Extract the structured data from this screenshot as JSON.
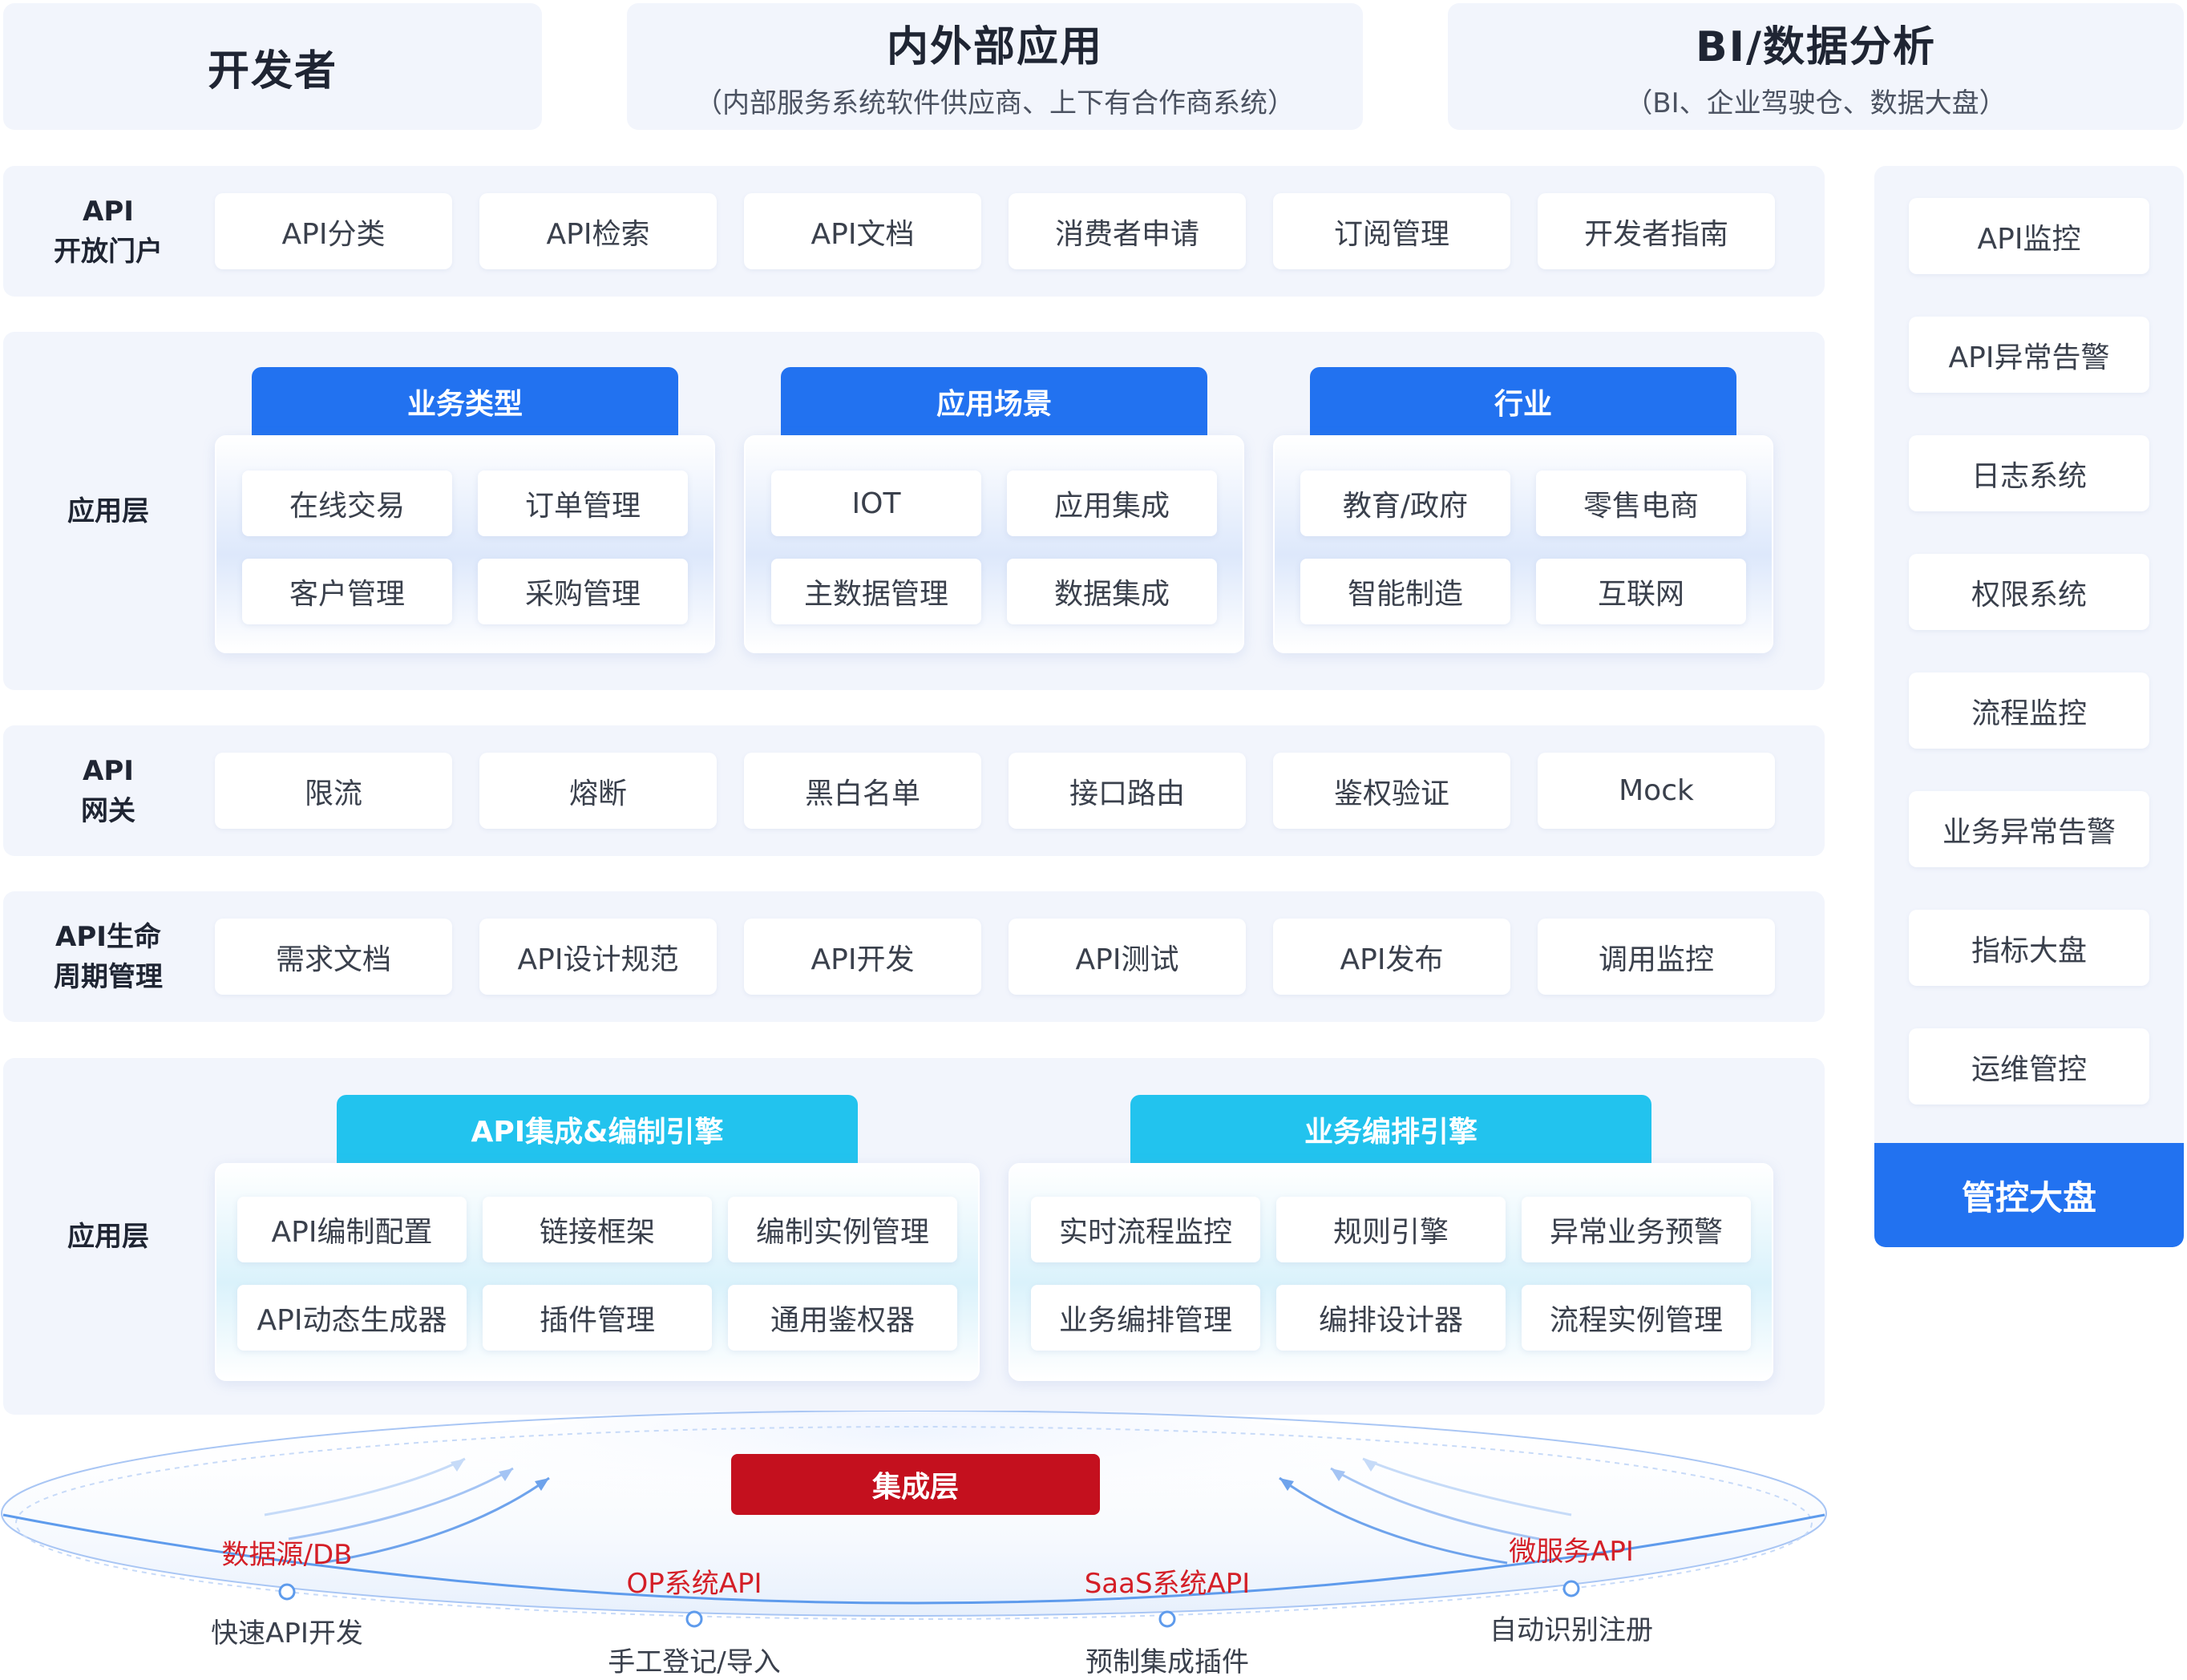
{
  "header": {
    "developer": {
      "title": "开发者"
    },
    "apps": {
      "title": "内外部应用",
      "subtitle": "（内部服务系统软件供应商、上下有合作商系统）"
    },
    "bi": {
      "title": "BI/数据分析",
      "subtitle": "（BI、企业驾驶仓、数据大盘）"
    }
  },
  "portal": {
    "label_line1": "API",
    "label_line2": "开放门户",
    "items": [
      "API分类",
      "API检索",
      "API文档",
      "消费者申请",
      "订阅管理",
      "开发者指南"
    ]
  },
  "app_layer": {
    "label": "应用层",
    "groups": [
      {
        "title": "业务类型",
        "items": [
          "在线交易",
          "订单管理",
          "客户管理",
          "采购管理"
        ]
      },
      {
        "title": "应用场景",
        "items": [
          "IOT",
          "应用集成",
          "主数据管理",
          "数据集成"
        ]
      },
      {
        "title": "行业",
        "items": [
          "教育/政府",
          "零售电商",
          "智能制造",
          "互联网"
        ]
      }
    ]
  },
  "gateway": {
    "label_line1": "API",
    "label_line2": "网关",
    "items": [
      "限流",
      "熔断",
      "黑白名单",
      "接口路由",
      "鉴权验证",
      "Mock"
    ]
  },
  "lifecycle": {
    "label_line1": "API生命",
    "label_line2": "周期管理",
    "items": [
      "需求文档",
      "API设计规范",
      "API开发",
      "API测试",
      "API发布",
      "调用监控"
    ]
  },
  "engine_layer": {
    "label": "应用层",
    "groups": [
      {
        "title": "API集成&编制引擎",
        "items": [
          "API编制配置",
          "链接框架",
          "编制实例管理",
          "API动态生成器",
          "插件管理",
          "通用鉴权器"
        ]
      },
      {
        "title": "业务编排引擎",
        "items": [
          "实时流程监控",
          "规则引擎",
          "异常业务预警",
          "业务编排管理",
          "编排设计器",
          "流程实例管理"
        ]
      }
    ]
  },
  "side": {
    "items": [
      "API监控",
      "API异常告警",
      "日志系统",
      "权限系统",
      "流程监控",
      "业务异常告警",
      "指标大盘",
      "运维管控"
    ],
    "footer": "管控大盘"
  },
  "integration": {
    "badge": "集成层",
    "sources": [
      {
        "name": "数据源/DB",
        "method": "快速API开发"
      },
      {
        "name": "OP系统API",
        "method": "手工登记/导入"
      },
      {
        "name": "SaaS系统API",
        "method": "预制集成插件"
      },
      {
        "name": "微服务API",
        "method": "自动识别注册"
      }
    ]
  },
  "colors": {
    "primary": "#2272f0",
    "cyan": "#22c3ee",
    "red": "#c4101e",
    "band": "#f2f5fc"
  }
}
